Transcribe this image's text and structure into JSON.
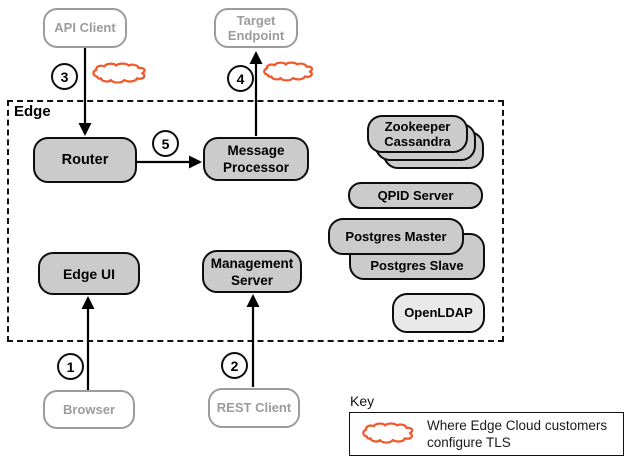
{
  "edge_label": "Edge",
  "nodes": {
    "api_client": "API Client",
    "target_endpoint": "Target Endpoint",
    "router": "Router",
    "message_processor": "Message Processor",
    "zookeeper": "Zookeeper",
    "cassandra": "Cassandra",
    "qpid_server": "QPID Server",
    "postgres_master": "Postgres Master",
    "postgres_slave": "Postgres Slave",
    "openldap": "OpenLDAP",
    "edge_ui": "Edge UI",
    "management_server": "Management Server",
    "browser": "Browser",
    "rest_client": "REST Client"
  },
  "steps": {
    "s1": "1",
    "s2": "2",
    "s3": "3",
    "s4": "4",
    "s5": "5"
  },
  "key": {
    "title": "Key",
    "description_line1": "Where Edge Cloud customers",
    "description_line2": "configure TLS"
  },
  "colors": {
    "tls_cloud_orange": "#f1582b",
    "component_fill": "#cbcbcb",
    "openldap_fill": "#e9e9e9",
    "external_client_gray": "#9c9c9c"
  }
}
